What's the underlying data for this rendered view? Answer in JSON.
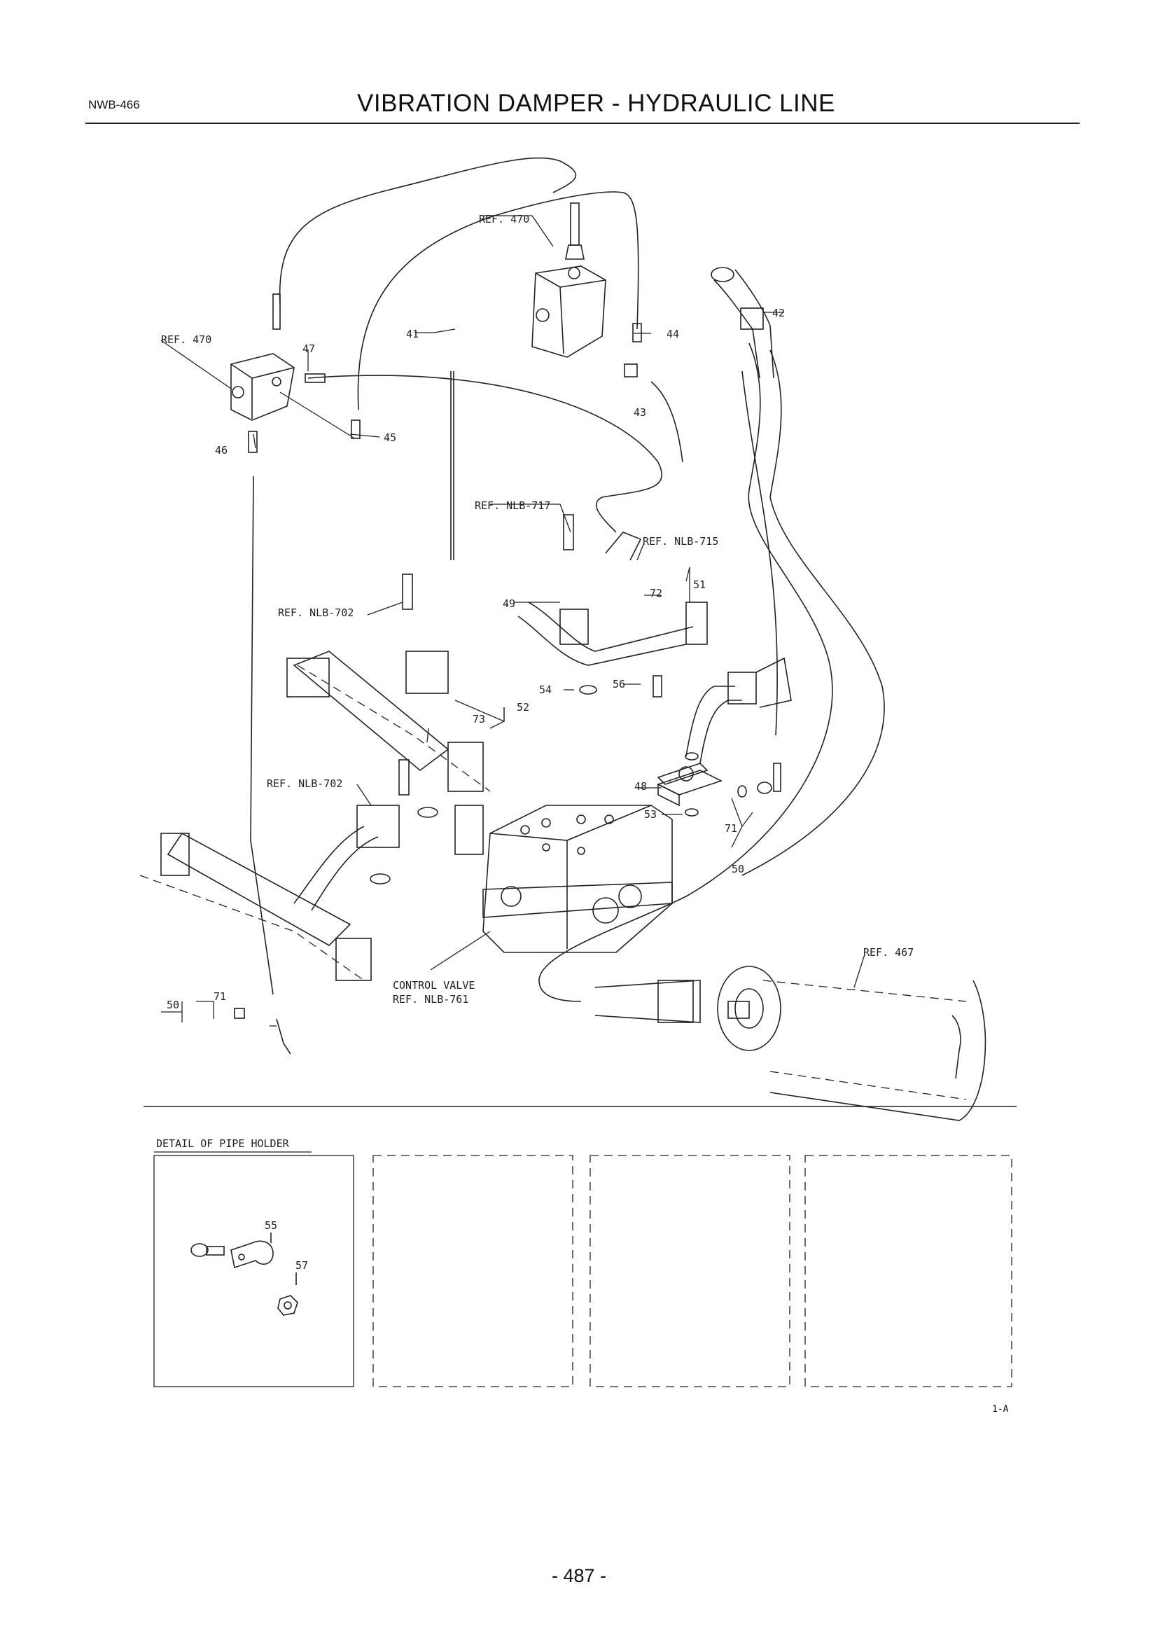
{
  "header": {
    "code": "NWB-466",
    "title": "VIBRATION DAMPER - HYDRAULIC LINE"
  },
  "refs": {
    "ref470_top": "REF. 470",
    "ref470_left": "REF. 470",
    "ref_nlb717": "REF. NLB-717",
    "ref_nlb715": "REF. NLB-715",
    "ref_nlb702_upper": "REF. NLB-702",
    "ref_nlb702_lower": "REF. NLB-702",
    "ref467": "REF. 467",
    "control_valve": "CONTROL VALVE",
    "ref_nlb761": "REF. NLB-761"
  },
  "callouts": {
    "p41": "41",
    "p42": "42",
    "p43": "43",
    "p44": "44",
    "p45": "45",
    "p46": "46",
    "p47": "47",
    "p48": "48",
    "p49": "49",
    "p50a": "50",
    "p50b": "50",
    "p51": "51",
    "p52": "52",
    "p53": "53",
    "p54": "54",
    "p56": "56",
    "p71a": "71",
    "p71b": "71",
    "p72": "72",
    "p73": "73",
    "p55": "55",
    "p57": "57"
  },
  "detail": {
    "title": "DETAIL OF PIPE HOLDER"
  },
  "footer": {
    "corner_code": "1-A",
    "page_number": "- 487 -"
  }
}
